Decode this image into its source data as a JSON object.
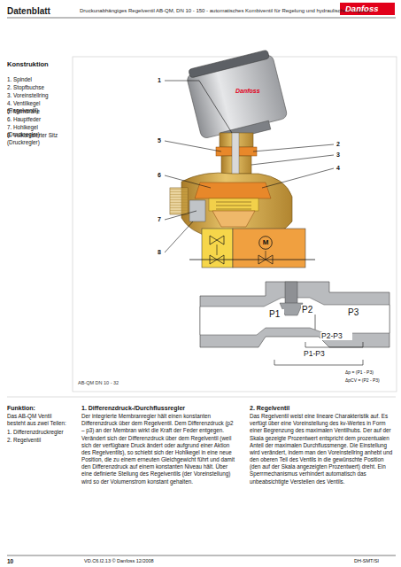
{
  "diagram": {
    "title": "Datenblatt",
    "nodes": [
      {
        "text": [
          "M"
        ]
      }
    ],
    "labels": [
      "Druckunabhängiges Regelventil AB-QM, DN 10 - 150 - automatisches Kombiventil für Regelung und hydraulischen Abgleich",
      "Danfoss",
      "Konstruktion",
      "1. Spindel",
      "2. Stopfbuchse",
      "3. Voreinstellring",
      "4. Ventilkegel (Regelventil)",
      "5. Membrane",
      "6. Hauptfeder",
      "7. Hohlkegel (Druckregler)",
      "8. Vulkanisierter Sitz (Druckregler)",
      "1",
      "5",
      "2",
      "3",
      "6",
      "4",
      "7",
      "8",
      "Danfoss",
      "P1",
      "P2",
      "P3",
      "P2-P3",
      "P1-P3",
      "Δp = (P1 - P3)",
      "ΔpCV = (P2 - P3)",
      "AB-QM DN 10 - 32",
      "Funktion:",
      "Das AB-QM Ventil besteht aus zwei Teilen:",
      "1. Differenzdruckregler",
      "2. Regelventil",
      "1. Differenzdruck-/Durchflussregler",
      "Der integrierte Membranregler hält einen konstanten Differenzdruck über dem Regelventil. Dem Differenzdruck (p2 – p3) an der Membran wirkt die Kraft der Feder entgegen. Verändert sich der Differenzdruck über dem Regelventil (weil sich der verfügbare Druck ändert oder aufgrund einer Aktion des Regelventils), so schiebt sich der Hohlkegel in eine neue Position, die zu einem erneuten Gleichgewicht führt und damit den Differenzdruck auf einem konstanten Niveau hält. Über eine definierte Stellung des Regelventils (der Voreinstellung) wird so der Volumenstrom konstant gehalten.",
      "2. Regelventil",
      "Das Regelventil weist eine lineare Charakteristik auf. Es verfügt über eine Voreinstellung des kv-Wertes in Form einer Begrenzung des maximalen Ventilhubs. Der auf der Skala gezeigte Prozentwert entspricht dem prozentualen Anteil der maximalen Durchflussmenge. Die Einstellung wird verändert, indem man den Voreinstellring anhebt und den oberen Teil des Ventils in die gewünschte Position (den auf der Skala angezeigten Prozentwert) dreht. Ein Sperrmechanismus verhindert automatisch das unbeabsichtigte Verstellen des Ventils.",
      "10",
      "VD.C6.I2.13 © Danfoss 12/2008",
      "DH-SMT/SI"
    ]
  }
}
